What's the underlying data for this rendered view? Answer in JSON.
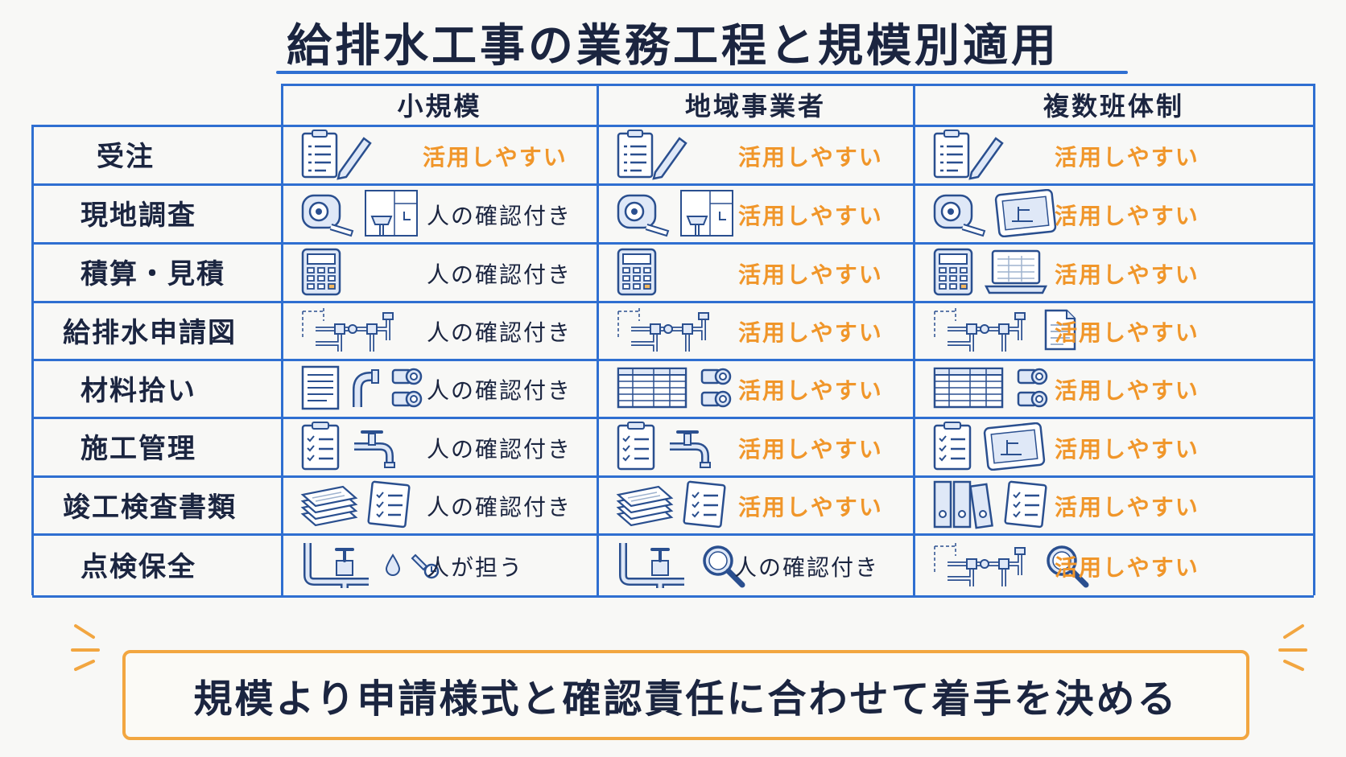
{
  "title": "給排水工事の業務工程と規模別適用",
  "columns": [
    "小規模",
    "地域事業者",
    "複数班体制"
  ],
  "rows": [
    {
      "label": "受注",
      "cells": [
        {
          "icons": [
            "clipboard-pencil-icon"
          ],
          "status": "活用しやすい",
          "kind": "ok"
        },
        {
          "icons": [
            "clipboard-pencil-icon"
          ],
          "status": "活用しやすい",
          "kind": "ok"
        },
        {
          "icons": [
            "clipboard-pencil-icon"
          ],
          "status": "活用しやすい",
          "kind": "ok"
        }
      ]
    },
    {
      "label": "現地調査",
      "cells": [
        {
          "icons": [
            "tape-measure-icon",
            "sink-sketch-icon"
          ],
          "status": "人の確認付き",
          "kind": "chk"
        },
        {
          "icons": [
            "tape-measure-icon",
            "sink-sketch-icon"
          ],
          "status": "活用しやすい",
          "kind": "ok"
        },
        {
          "icons": [
            "tape-measure-icon",
            "tablet-drawing-icon"
          ],
          "status": "活用しやすい",
          "kind": "ok"
        }
      ]
    },
    {
      "label": "積算・見積",
      "cells": [
        {
          "icons": [
            "calculator-icon"
          ],
          "status": "人の確認付き",
          "kind": "chk"
        },
        {
          "icons": [
            "calculator-icon"
          ],
          "status": "活用しやすい",
          "kind": "ok"
        },
        {
          "icons": [
            "calculator-icon",
            "laptop-spreadsheet-icon"
          ],
          "status": "活用しやすい",
          "kind": "ok"
        }
      ]
    },
    {
      "label": "給排水申請図",
      "cells": [
        {
          "icons": [
            "piping-diagram-icon"
          ],
          "status": "人の確認付き",
          "kind": "chk"
        },
        {
          "icons": [
            "piping-diagram-icon"
          ],
          "status": "活用しやすい",
          "kind": "ok"
        },
        {
          "icons": [
            "piping-diagram-icon",
            "document-icon"
          ],
          "status": "活用しやすい",
          "kind": "ok"
        }
      ]
    },
    {
      "label": "材料拾い",
      "cells": [
        {
          "icons": [
            "list-sheet-icon",
            "pipe-elbow-icon",
            "pipe-fittings-icon"
          ],
          "status": "人の確認付き",
          "kind": "chk"
        },
        {
          "icons": [
            "spreadsheet-icon",
            "pipe-fittings-icon"
          ],
          "status": "活用しやすい",
          "kind": "ok"
        },
        {
          "icons": [
            "spreadsheet-icon",
            "pipe-fittings-icon"
          ],
          "status": "活用しやすい",
          "kind": "ok"
        }
      ]
    },
    {
      "label": "施工管理",
      "cells": [
        {
          "icons": [
            "checklist-clipboard-icon",
            "faucet-icon"
          ],
          "status": "人の確認付き",
          "kind": "chk"
        },
        {
          "icons": [
            "checklist-clipboard-icon",
            "faucet-icon"
          ],
          "status": "活用しやすい",
          "kind": "ok"
        },
        {
          "icons": [
            "checklist-clipboard-icon",
            "tablet-drawing-icon"
          ],
          "status": "活用しやすい",
          "kind": "ok"
        }
      ]
    },
    {
      "label": "竣工検査書類",
      "cells": [
        {
          "icons": [
            "paper-stack-icon",
            "checklist-icon"
          ],
          "status": "人の確認付き",
          "kind": "chk"
        },
        {
          "icons": [
            "paper-stack-icon",
            "checklist-icon"
          ],
          "status": "活用しやすい",
          "kind": "ok"
        },
        {
          "icons": [
            "binders-icon",
            "checklist-icon"
          ],
          "status": "活用しやすい",
          "kind": "ok"
        }
      ]
    },
    {
      "label": "点検保全",
      "cells": [
        {
          "icons": [
            "pipe-valve-icon",
            "water-drop-icon",
            "wrench-icon"
          ],
          "status": "人が担う",
          "kind": "chk"
        },
        {
          "icons": [
            "pipe-valve-icon",
            "magnifier-icon"
          ],
          "status": "人の確認付き",
          "kind": "chk"
        },
        {
          "icons": [
            "piping-diagram-icon",
            "magnifier-icon"
          ],
          "status": "活用しやすい",
          "kind": "ok"
        }
      ]
    }
  ],
  "footer": "規模より申請様式と確認責任に合わせて着手を決める",
  "colors": {
    "line": "#2f6fd1",
    "ok": "#f0962a",
    "ink": "#1b2540",
    "box": "#f2a640"
  }
}
